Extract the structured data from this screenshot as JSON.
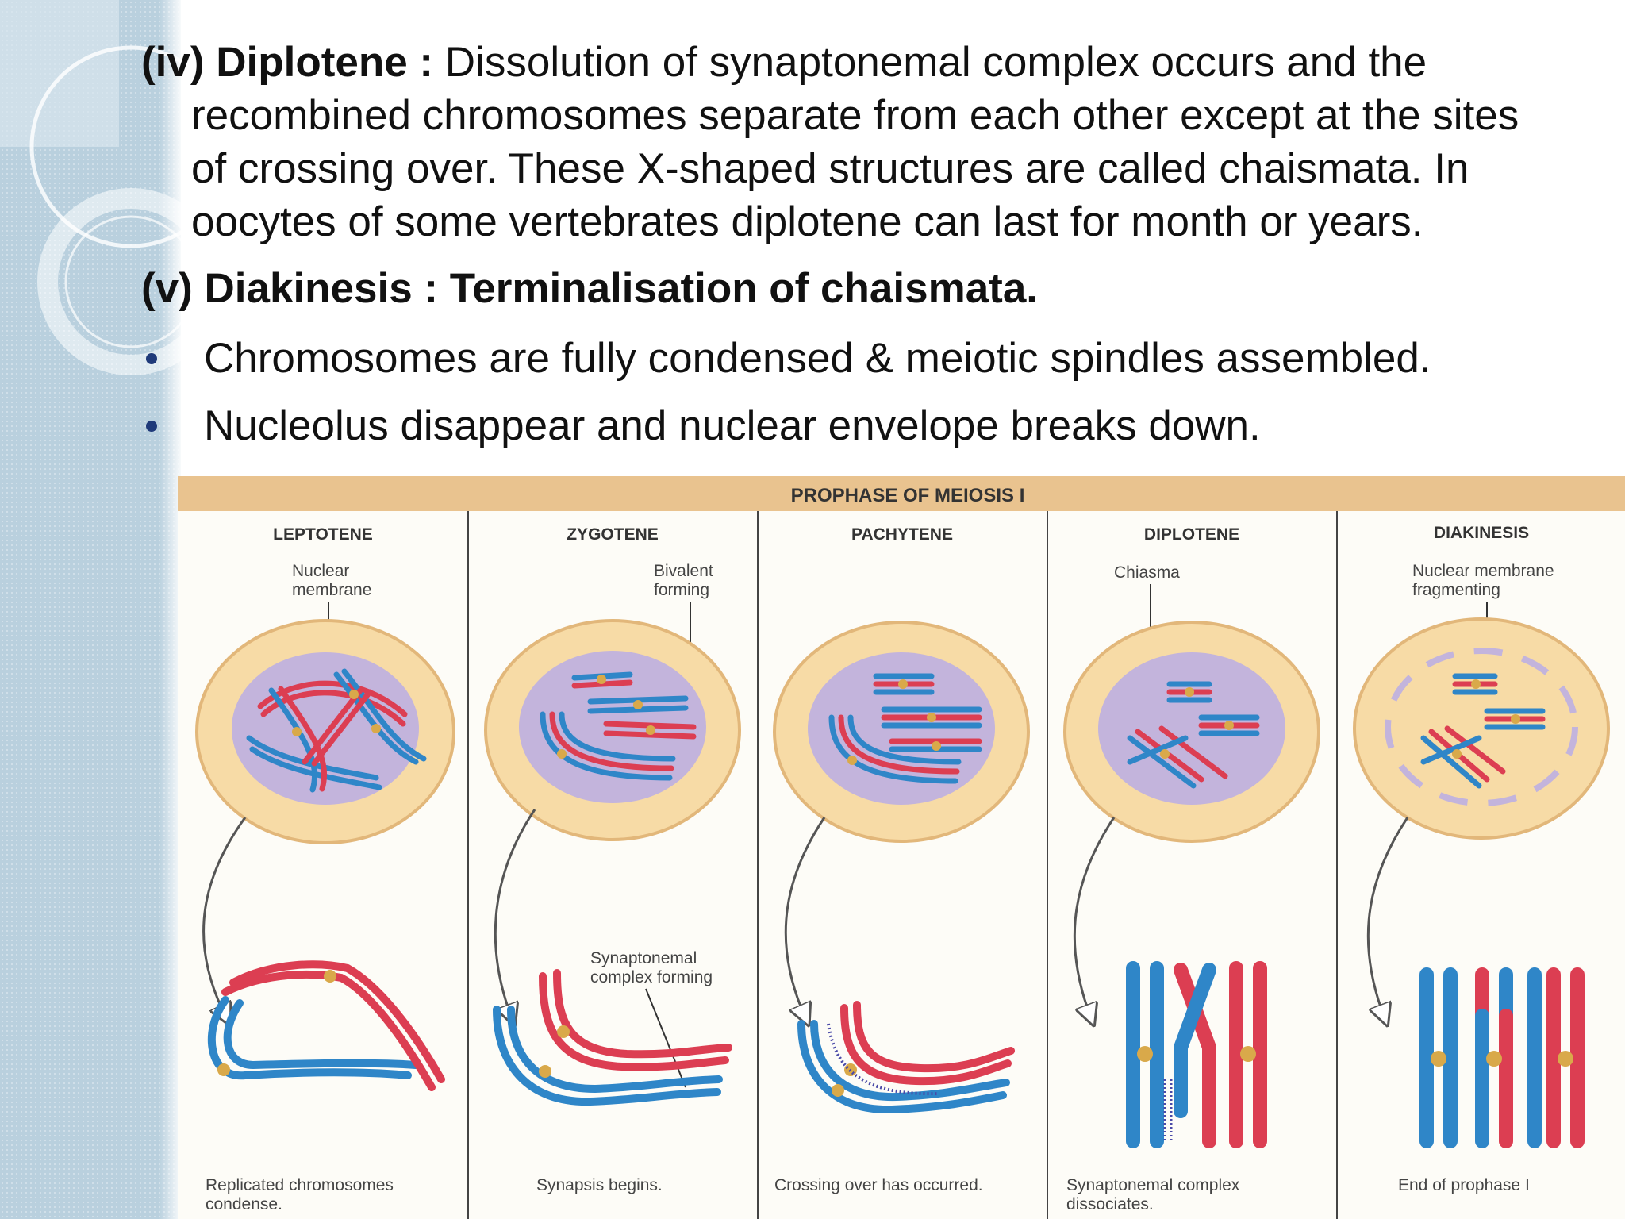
{
  "slide": {
    "diplotene": {
      "label": "(iv) Diplotene :",
      "text_line1": "Dissolution of synaptonemal complex occurs and the",
      "text_line2": "recombined chromosomes separate from each other except at the sites",
      "text_line3": "of crossing over. These X-shaped structures are called chaismata. In",
      "text_line4": "oocytes of some vertebrates diplotene can last for month or years."
    },
    "diakinesis": {
      "label": "(v)  Diakinesis : Terminalisation of chaismata."
    },
    "bullets": [
      "Chromosomes are fully condensed & meiotic spindles assembled.",
      "Nucleolus disappear and nuclear envelope breaks down."
    ]
  },
  "figure": {
    "title": "PROPHASE OF MEIOSIS I",
    "stages": [
      {
        "name": "LEPTOTENE",
        "label_line1": "Nuclear",
        "label_line2": "membrane",
        "caption_line1": "Replicated chromosomes",
        "caption_line2": "condense."
      },
      {
        "name": "ZYGOTENE",
        "label_line1": "Bivalent",
        "label_line2": "forming",
        "extra_line1": "Synaptonemal",
        "extra_line2": "complex forming",
        "caption_line1": "Synapsis begins.",
        "caption_line2": ""
      },
      {
        "name": "PACHYTENE",
        "label_line1": "",
        "label_line2": "",
        "caption_line1": "Crossing over has occurred.",
        "caption_line2": ""
      },
      {
        "name": "DIPLOTENE",
        "label_line1": "Chiasma",
        "label_line2": "",
        "caption_line1": "Synaptonemal complex",
        "caption_line2": "dissociates."
      },
      {
        "name": "DIAKINESIS",
        "label_line1": "Nuclear membrane",
        "label_line2": "fragmenting",
        "caption_line1": "End of prophase I",
        "caption_line2": ""
      }
    ],
    "colors": {
      "header_bar": "#e9c38f",
      "cell": "#f7dba6",
      "cell_edge": "#e2b77a",
      "nucleus": "#c3b4dc",
      "chromosome_blue": "#2f86c8",
      "chromosome_red": "#dc3e52",
      "centromere": "#d9a94a"
    }
  }
}
